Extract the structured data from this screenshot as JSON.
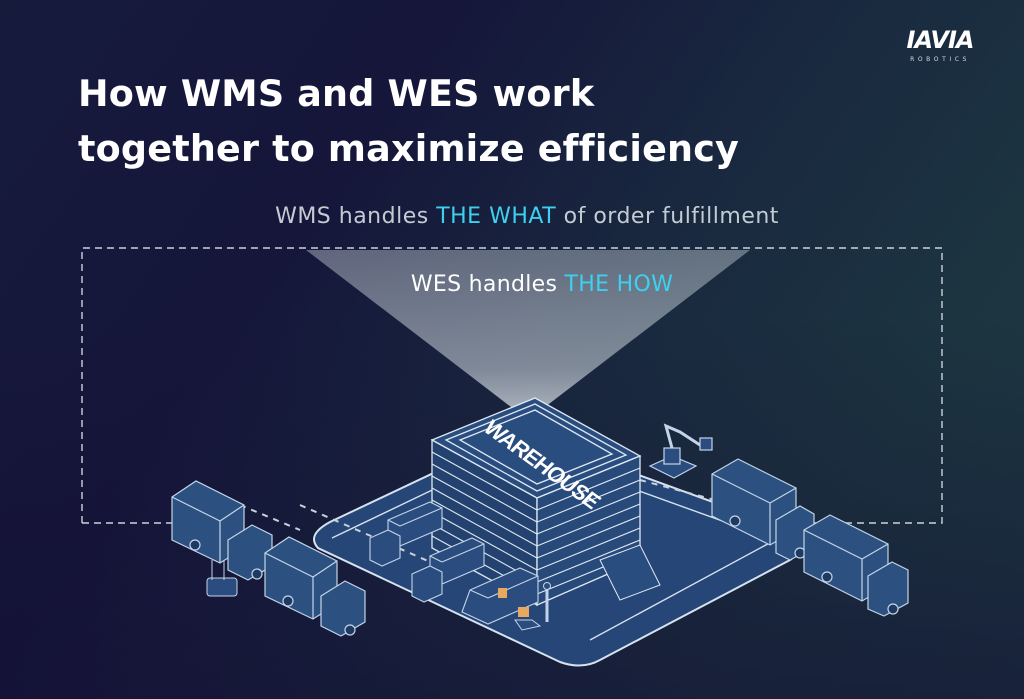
{
  "brand": {
    "logo_mark": "IAVIA",
    "logo_sub": "ROBOTICS"
  },
  "title": {
    "line1": "How WMS and WES work",
    "line2": "together to maximize efficiency"
  },
  "wms": {
    "prefix": "WMS handles ",
    "highlight": "THE WHAT",
    "suffix": " of order fulfillment"
  },
  "wes": {
    "prefix": "WES handles ",
    "highlight": "THE HOW"
  },
  "illustration": {
    "building_label": "WAREHOUSE",
    "elements": [
      "warehouse-building",
      "loading-yard",
      "delivery-trucks",
      "delivery-van",
      "pallet-jack-worker",
      "robotic-arm",
      "forklift",
      "spotlight-cone",
      "dashed-boundary"
    ]
  },
  "colors": {
    "background_left": "#15163a",
    "background_right": "#1d3942",
    "accent": "#3dd0f0",
    "illustration_fill": "#27497a",
    "illustration_stroke": "#b7cde6",
    "box_orange": "#e8a860"
  }
}
